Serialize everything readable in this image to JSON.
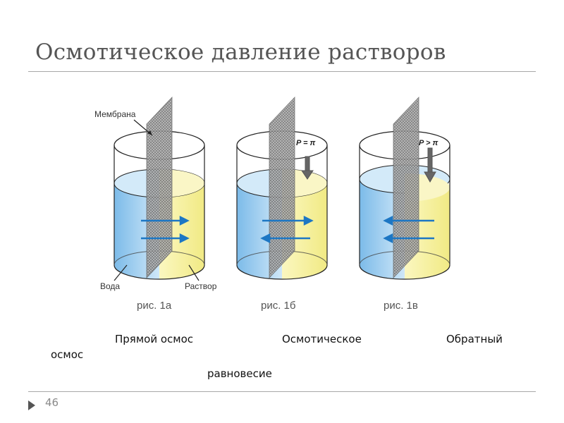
{
  "slide": {
    "title": "Осмотическое давление растворов",
    "page_number": "46"
  },
  "figure": {
    "label_membrane": "Мембрана",
    "label_water": "Вода",
    "label_solution": "Раствор",
    "label_p_equal": "P = π",
    "label_p_greater": "P > π",
    "fig_1a": "рис. 1а",
    "fig_1b": "рис. 1б",
    "fig_1v": "рис. 1в"
  },
  "captions": {
    "direct": "Прямой осмос",
    "osmotic": "Осмотическое",
    "reverse": "Обратный",
    "osmos": "осмос",
    "equilibrium": "равновесие"
  },
  "colors": {
    "water": "#8fc6ee",
    "solution": "#f6f19a",
    "flow_arrow": "#1d77c4",
    "press_arrow": "#666666",
    "membrane": "#8a8a8a"
  }
}
